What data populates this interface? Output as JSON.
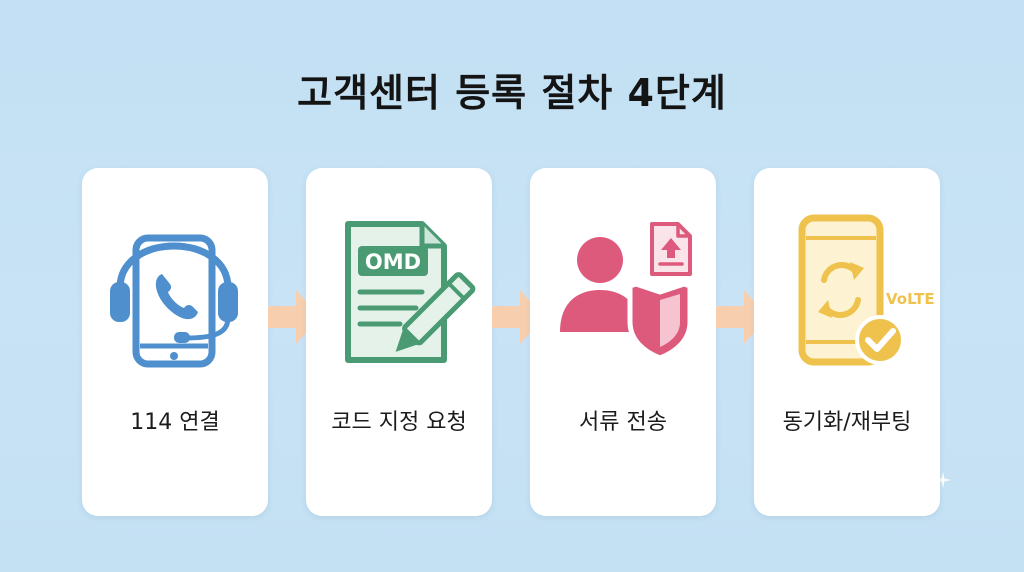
{
  "title": "고객센터 등록 절차 4단계",
  "colors": {
    "background": "#c5e1f4",
    "card": "#ffffff",
    "arrow": "#f8cfae",
    "step1": "#4f8fce",
    "step2": "#4a9b74",
    "step3": "#de5a7c",
    "step4": "#eec24c"
  },
  "steps": [
    {
      "label": "114 연결",
      "icon": "phone-headset-icon"
    },
    {
      "label": "코드 지정 요청",
      "icon": "document-pen-icon",
      "badge": "OMD"
    },
    {
      "label": "서류 전송",
      "icon": "user-shield-upload-icon"
    },
    {
      "label": "동기화/재부팅",
      "icon": "phone-sync-check-icon",
      "badge": "VoLTE"
    }
  ]
}
